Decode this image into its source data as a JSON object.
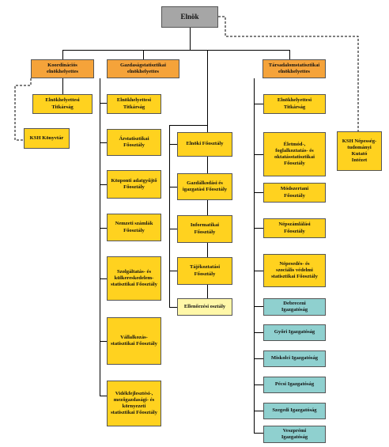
{
  "boxes": {
    "elnok": "Elnök",
    "koord": "Koordinációs\nelnökhelyettes",
    "gazd": "Gazdaságstatisztikai\nelnökhelyettes",
    "tars": "Társadalomstatisztikai\nelnökhelyettes",
    "koord_titk": "Elnökhelyettesi\nTitkárság",
    "konyvtar": "KSH Könyvtár",
    "gazd_titk": "Elnökhelyettesi\nTitkárság",
    "arstat": "Árstatisztikai\nFőosztály",
    "kozponti": "Központi adatgyűjtő\nFőosztály",
    "nemzeti": "Nemzeti számlák\nFőosztály",
    "szolg": "Szolgáltatás- és\nkülkereskedelem-\nstatisztikai Főosztály",
    "vallalk": "Vállalkozás-\nstatisztikai Főosztály",
    "videk": "Vidékfejlesztési-,\nmezőgazdasági- és\nkörnyezeti\nstatisztikai Főosztály",
    "elnoki": "Elnöki Főosztály",
    "gazdalk": "Gazdálkodási és\nigazgatási Főosztály",
    "inform": "Informatikai\nFőosztály",
    "tajek": "Tájékoztatási\nFőosztály",
    "ellen": "Ellenőrzési osztály",
    "tars_titk": "Elnökhelyettesi\nTitkárság",
    "eletmod": "Életmód-,\nfoglalkoztatás- és\noktatásstatisztikai\nFőosztály",
    "modszer": "Módszertani\nFőosztály",
    "nepszaml": "Népszámlálási\nFőosztály",
    "nepeseds": "Népesedés- és\nszociális védelmi\nstatisztikai Főosztály",
    "debreceni": "Debreceni\nIgazgatóság",
    "gyori": "Győri Igazgatóság",
    "miskolci": "Miskolci Igazgatóság",
    "pecsi": "Pécsi Igazgatóság",
    "szegedi": "Szegedi Igazgatóság",
    "veszpremi": "Veszprémi\nIgazgatóság",
    "nepesseg": "KSH Népesség-\ntudományi Kutató\nIntézet"
  },
  "colors": {
    "top": "#a6a6a6",
    "deputy": "#f5a33a",
    "department": "#ffd21f",
    "section": "#fff7a8",
    "regional": "#8fd0cf",
    "line": "#000000"
  }
}
